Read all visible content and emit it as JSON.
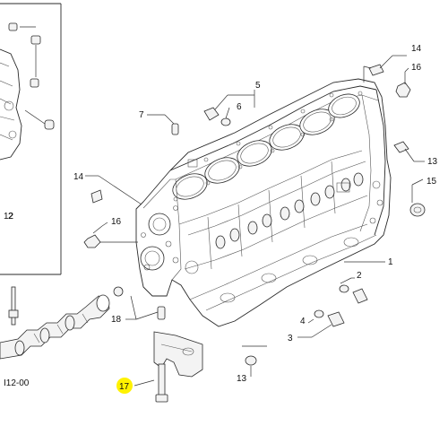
{
  "diagram": {
    "ref_code": "I12-00",
    "left_panel_label": "2",
    "highlight_color": "#fff200",
    "callouts": {
      "c1": "1",
      "c2": "2",
      "c3": "3",
      "c4": "4",
      "c5": "5",
      "c6": "6",
      "c7": "7",
      "c12": "12",
      "c13_bottom": "13",
      "c13_right": "13",
      "c14_top": "14",
      "c14_left": "14",
      "c15": "15",
      "c16_top": "16",
      "c16_left": "16",
      "c17": "17",
      "c18": "18"
    }
  }
}
